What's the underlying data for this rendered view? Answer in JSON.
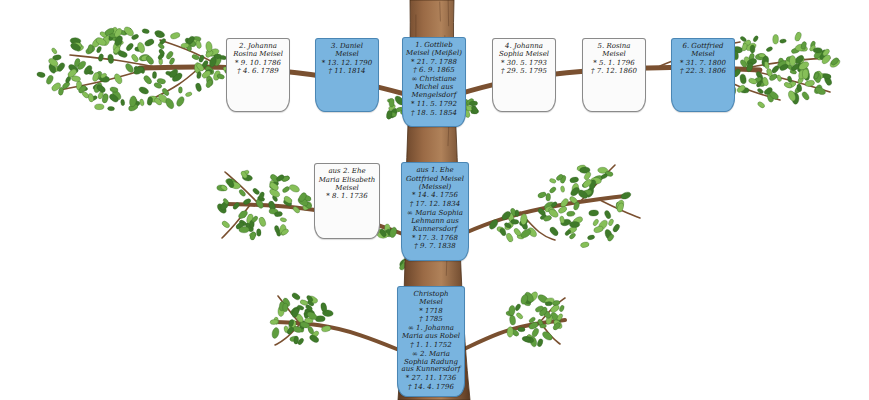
{
  "diagram": {
    "nodes": [
      {
        "text": [
          "2. Johanna Rosina Meisel",
          "* 9. 10. 1786",
          "† 4. 6. 1789"
        ]
      },
      {
        "text": [
          "3. Daniel Meisel",
          "* 13. 12. 1790",
          "† 11. 1814"
        ]
      },
      {
        "text": [
          "1. Gottlieb Meisel (Meißel)",
          "* 21. 7. 1788",
          "† 6. 9. 1865",
          "∞ Christiane Michel aus Mengelsdorf",
          "* 11. 5. 1792",
          "† 18. 5. 1854"
        ]
      },
      {
        "text": [
          "4. Johanna Sophia Meisel",
          "* 30. 5. 1793",
          "† 29. 5. 1795"
        ]
      },
      {
        "text": [
          "5. Rosina Meisel",
          "* 5. 1. 1796",
          "† 7. 12. 1860"
        ]
      },
      {
        "text": [
          "6. Gottfried Meisel",
          "* 31. 7. 1800",
          "† 22. 3. 1806"
        ]
      },
      {
        "text": [
          "aus 2. Ehe",
          "Maria Elisabeth Meisel",
          "* 8. 1. 1736"
        ]
      },
      {
        "text": [
          "aus 1. Ehe",
          "Gottfried Meisel (Meissel)",
          "* 14. 4. 1756",
          "† 17. 12. 1834",
          "∞ Maria Sophia Lehmann aus Kunnersdorf",
          "* 17. 3. 1768",
          "† 9. 7. 1838"
        ]
      },
      {
        "text": [
          "Christoph Meisel",
          "* 1718",
          "† 1785",
          "∞ 1. Johanna Maria aus Robel",
          "† 1. 1. 1752",
          "∞ 2. Maria Sophia Radung aus Kunnersdorf",
          "* 27. 11. 1736",
          "† 14. 4. 1796"
        ]
      }
    ]
  }
}
